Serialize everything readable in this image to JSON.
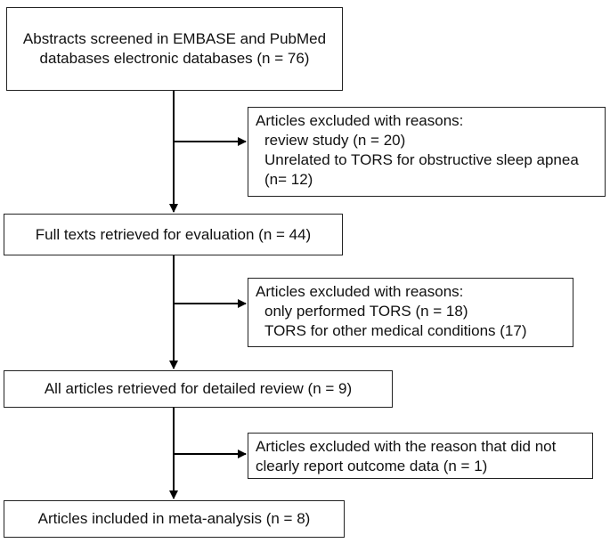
{
  "boxes": {
    "screened": {
      "line1": "Abstracts screened in EMBASE and PubMed",
      "line2": "databases electronic databases (n = 76)"
    },
    "excluded1": {
      "header": "Articles excluded  with reasons:",
      "line1": "review study (n = 20)",
      "line2": "Unrelated to TORS for obstructive sleep apnea",
      "line3": "(n= 12)"
    },
    "fulltext": {
      "text": "Full texts retrieved for evaluation (n = 44)"
    },
    "excluded2": {
      "header": "Articles excluded  with reasons:",
      "line1": "only performed TORS (n = 18)",
      "line2": "TORS  for other medical conditions (17)"
    },
    "detailed": {
      "text": "All  articles retrieved for detailed  review (n = 9)"
    },
    "excluded3": {
      "line1": "Articles excluded  with the reason that did not",
      "line2": "clearly report outcome data (n = 1)"
    },
    "included": {
      "text": "Articles included in meta-analysis (n = 8)"
    }
  }
}
